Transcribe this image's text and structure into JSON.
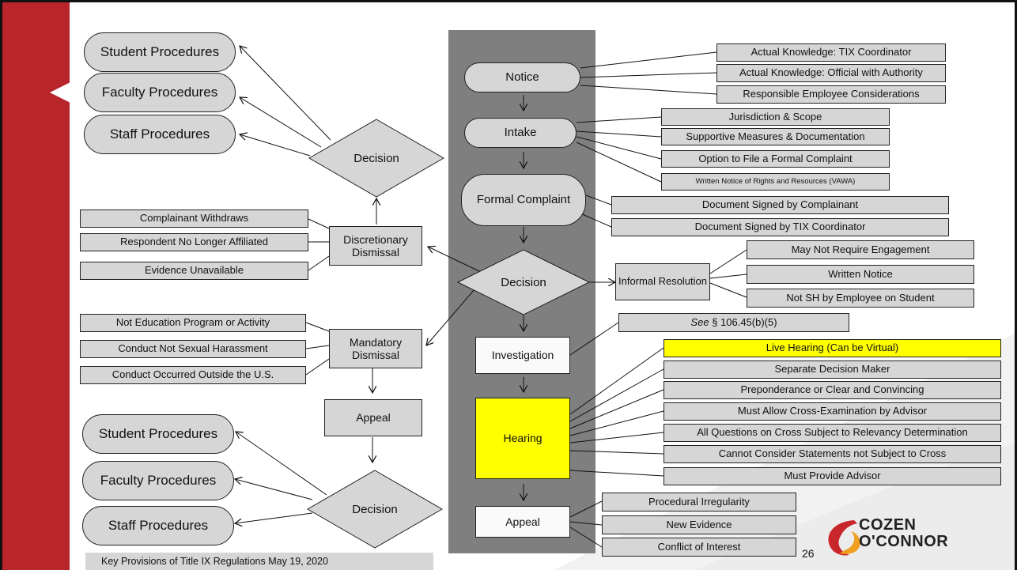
{
  "colors": {
    "brand_red": "#b8252a",
    "spine_gray": "#7f7f7f",
    "box_gray": "#d6d6d6",
    "highlight": "#ffff00"
  },
  "left": {
    "top_procedures": [
      "Student Procedures",
      "Faculty Procedures",
      "Staff Procedures"
    ],
    "top_decision": "Decision",
    "discretionary_reasons": [
      "Complainant Withdraws",
      "Respondent No Longer Affiliated",
      "Evidence Unavailable"
    ],
    "discretionary_dismissal": "Discretionary Dismissal",
    "mandatory_reasons": [
      "Not Education Program or Activity",
      "Conduct Not Sexual Harassment",
      "Conduct Occurred Outside the U.S."
    ],
    "mandatory_dismissal": "Mandatory Dismissal",
    "appeal": "Appeal",
    "bottom_decision": "Decision",
    "bottom_procedures": [
      "Student Procedures",
      "Faculty Procedures",
      "Staff Procedures"
    ]
  },
  "center": {
    "notice": "Notice",
    "intake": "Intake",
    "formal_complaint": "Formal Complaint",
    "decision": "Decision",
    "investigation": "Investigation",
    "hearing": "Hearing",
    "appeal": "Appeal"
  },
  "right": {
    "notice_items": [
      "Actual Knowledge: TIX Coordinator",
      "Actual Knowledge: Official with Authority",
      "Responsible Employee Considerations"
    ],
    "intake_items": [
      "Jurisdiction & Scope",
      "Supportive Measures & Documentation",
      "Option to File a Formal Complaint",
      "Written Notice of Rights and Resources (VAWA)"
    ],
    "complaint_items": [
      "Document Signed by Complainant",
      "Document Signed by TIX Coordinator"
    ],
    "informal_resolution": "Informal Resolution",
    "informal_items": [
      "May Not Require Engagement",
      "Written Notice",
      "Not SH by Employee on Student"
    ],
    "investigation_see": "See",
    "investigation_ref": "§ 106.45(b)(5)",
    "hearing_items": [
      "Live Hearing (Can be Virtual)",
      "Separate Decision Maker",
      "Preponderance or Clear and Convincing",
      "Must Allow Cross-Examination by Advisor",
      "All Questions on Cross Subject to Relevancy Determination",
      "Cannot Consider Statements not Subject to Cross",
      "Must Provide Advisor"
    ],
    "appeal_items": [
      "Procedural Irregularity",
      "New Evidence",
      "Conflict of Interest"
    ]
  },
  "footer": {
    "text": "Key Provisions of Title IX Regulations May 19, 2020",
    "page": "26"
  },
  "logo": {
    "line1": "COZEN",
    "line2": "O'CONNOR"
  }
}
